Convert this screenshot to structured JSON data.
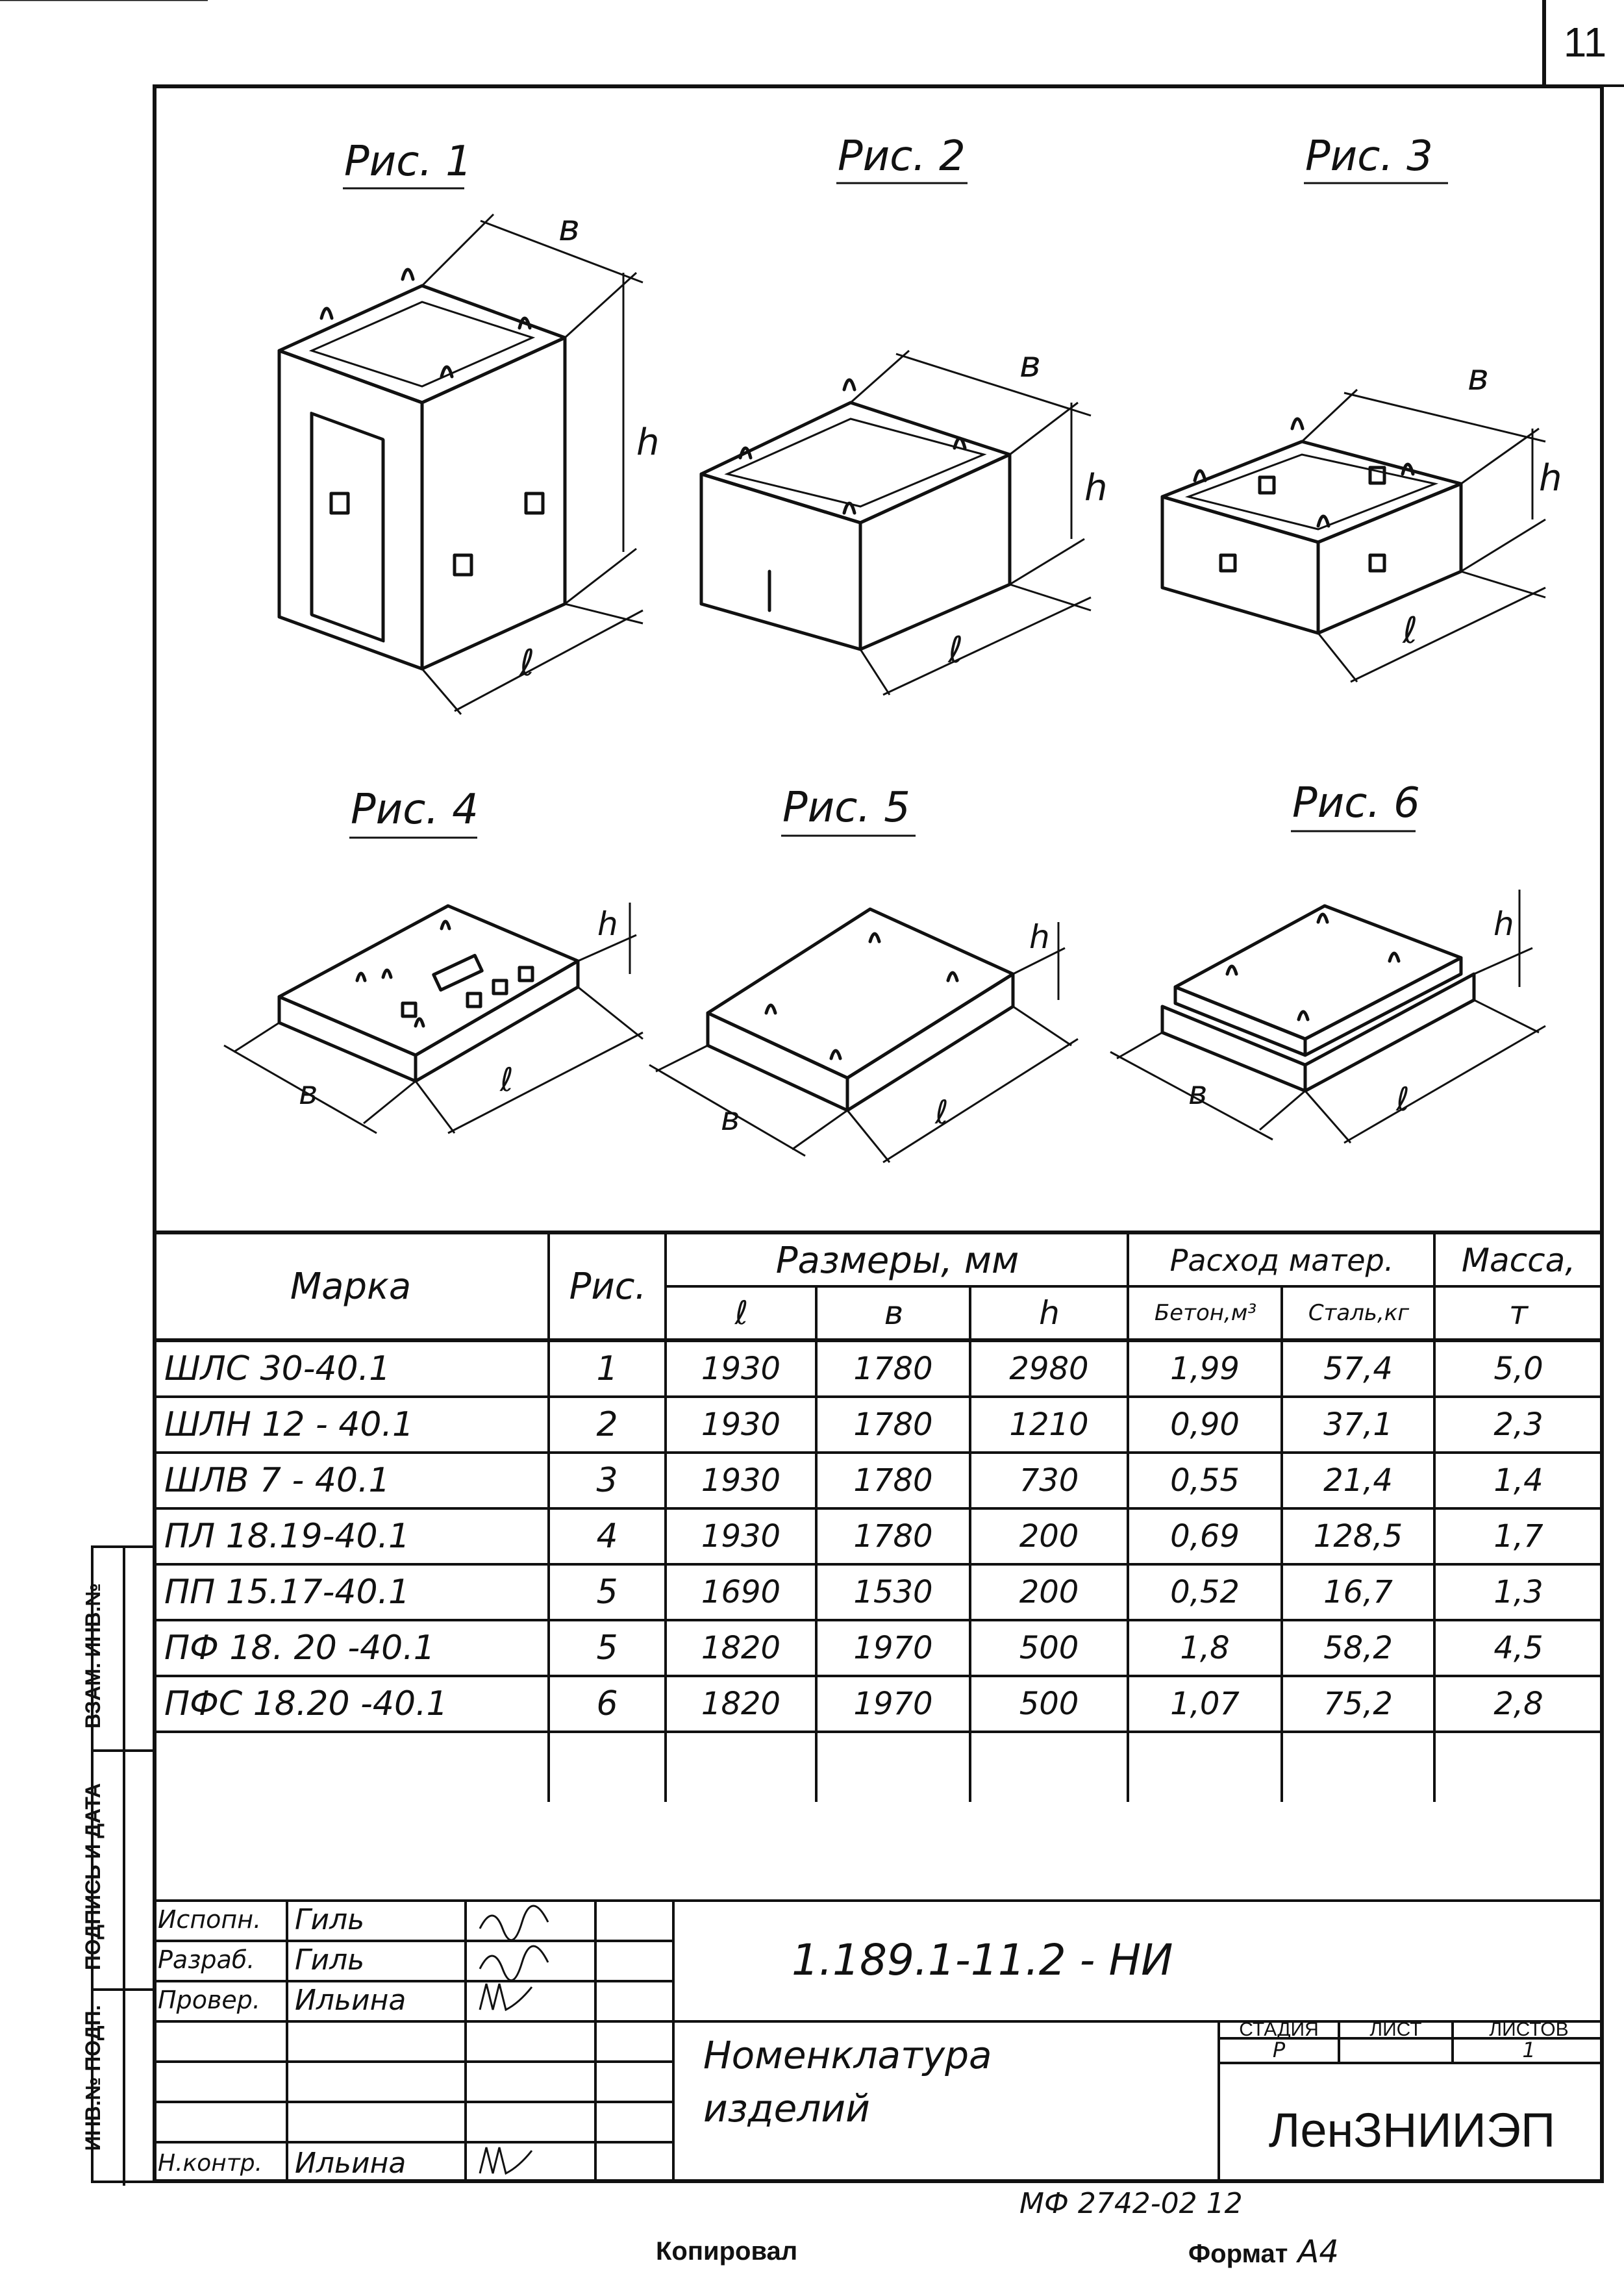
{
  "sheet_number": "11",
  "figures": [
    {
      "label": "Рис. 1",
      "dims": [
        "в",
        "h",
        "ℓ"
      ]
    },
    {
      "label": "Рис. 2",
      "dims": [
        "в",
        "h",
        "ℓ"
      ]
    },
    {
      "label": "Рис. 3",
      "dims": [
        "в",
        "h",
        "ℓ"
      ]
    },
    {
      "label": "Рис. 4",
      "dims": [
        "h",
        "в",
        "ℓ"
      ]
    },
    {
      "label": "Рис. 5",
      "dims": [
        "h",
        "в",
        "ℓ"
      ]
    },
    {
      "label": "Рис. 6",
      "dims": [
        "h",
        "в",
        "ℓ"
      ]
    }
  ],
  "table": {
    "headers": {
      "mark": "Марка",
      "fig": "Рис.",
      "sizes": "Размеры, мм",
      "l": "ℓ",
      "b": "в",
      "h": "h",
      "materials": "Расход матер.",
      "concrete": "Бетон,м³",
      "steel": "Сталь,кг",
      "mass": "Масса,",
      "mass_unit": "т"
    },
    "rows": [
      {
        "mark": "ШЛС 30-40.1",
        "fig": "1",
        "l": "1930",
        "b": "1780",
        "h": "2980",
        "concrete": "1,99",
        "steel": "57,4",
        "mass": "5,0"
      },
      {
        "mark": "ШЛН 12 - 40.1",
        "fig": "2",
        "l": "1930",
        "b": "1780",
        "h": "1210",
        "concrete": "0,90",
        "steel": "37,1",
        "mass": "2,3"
      },
      {
        "mark": "ШЛВ 7 - 40.1",
        "fig": "3",
        "l": "1930",
        "b": "1780",
        "h": "730",
        "concrete": "0,55",
        "steel": "21,4",
        "mass": "1,4"
      },
      {
        "mark": "ПЛ 18.19-40.1",
        "fig": "4",
        "l": "1930",
        "b": "1780",
        "h": "200",
        "concrete": "0,69",
        "steel": "128,5",
        "mass": "1,7"
      },
      {
        "mark": "ПП 15.17-40.1",
        "fig": "5",
        "l": "1690",
        "b": "1530",
        "h": "200",
        "concrete": "0,52",
        "steel": "16,7",
        "mass": "1,3"
      },
      {
        "mark": "ПФ 18. 20 -40.1",
        "fig": "5",
        "l": "1820",
        "b": "1970",
        "h": "500",
        "concrete": "1,8",
        "steel": "58,2",
        "mass": "4,5"
      },
      {
        "mark": "ПФС 18.20 -40.1",
        "fig": "6",
        "l": "1820",
        "b": "1970",
        "h": "500",
        "concrete": "1,07",
        "steel": "75,2",
        "mass": "2,8"
      }
    ]
  },
  "side_labels": [
    "ИНВ.№ ПОДП.",
    "ПОДПИСЬ И ДАТА",
    "ВЗАМ. ИНВ.№"
  ],
  "title_block": {
    "roles": [
      {
        "role": "Испопн.",
        "name": "Гиль"
      },
      {
        "role": "Разраб.",
        "name": "Гиль"
      },
      {
        "role": "Провер.",
        "name": "Ильина"
      },
      {
        "role": "",
        "name": ""
      },
      {
        "role": "",
        "name": ""
      },
      {
        "role": "",
        "name": ""
      },
      {
        "role": "Н.контр.",
        "name": "Ильина"
      }
    ],
    "doc_code": "1.189.1-11.2 - НИ",
    "title_line1": "Номенклатура",
    "title_line2": "изделий",
    "stage_header": "СТАДИЯ",
    "sheet_header": "ЛИСТ",
    "sheets_header": "ЛИСТОВ",
    "stage": "Р",
    "sheet": "",
    "sheets": "1",
    "org": "ЛенЗНИИЭП"
  },
  "footer": {
    "ref": "МФ 2742-02 12",
    "copied": "Копировал",
    "format_label": "Формат",
    "format_value": "А4"
  }
}
